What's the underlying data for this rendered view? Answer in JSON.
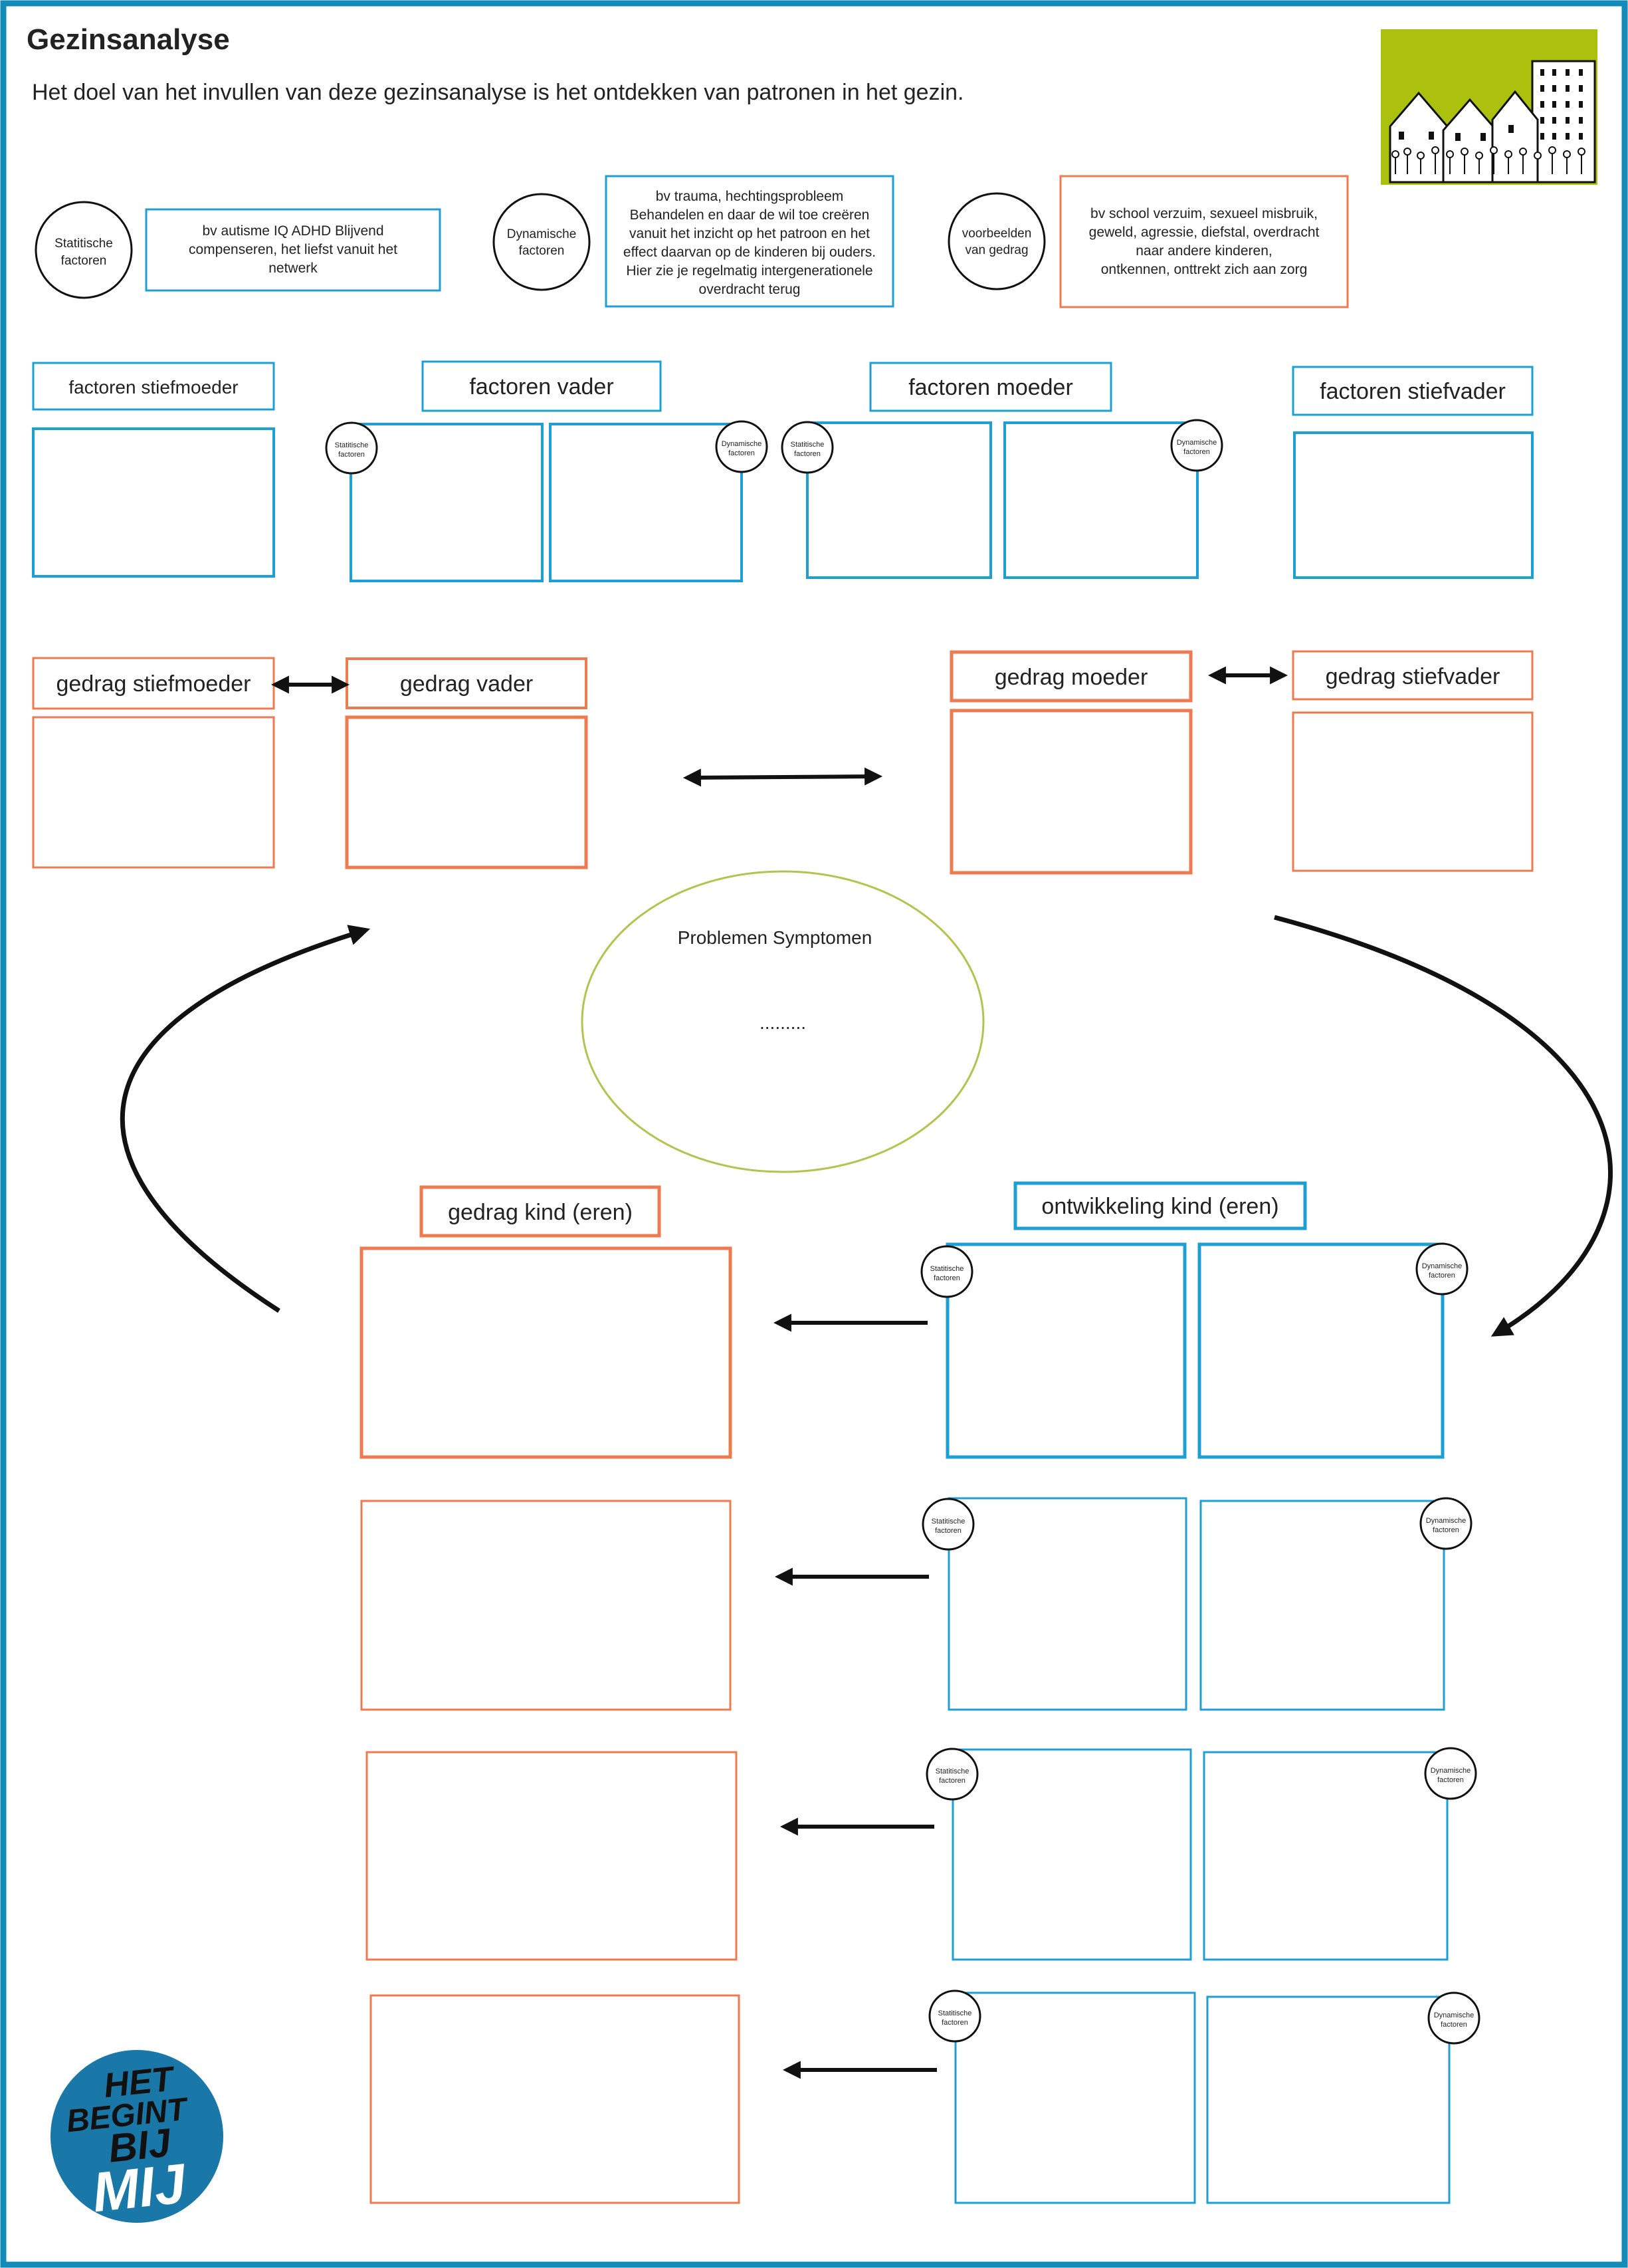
{
  "title": "Gezinsanalyse",
  "intro": "Het doel van het invullen van deze gezinsanalyse is het ontdekken van patronen in het gezin.",
  "legend": {
    "static_circle": [
      "Statitische",
      "factoren"
    ],
    "static_text": [
      "bv autisme IQ ADHD Blijvend",
      "compenseren, het liefst vanuit het",
      "netwerk"
    ],
    "dynamic_circle": [
      "Dynamische",
      "factoren"
    ],
    "dynamic_text": [
      "bv trauma, hechtingsprobleem",
      "Behandelen en daar de wil toe creëren",
      "vanuit het inzicht op het patroon en het",
      "effect daarvan op de kinderen bij ouders.",
      "Hier zie je regelmatig intergenerationele",
      "overdracht terug"
    ],
    "behavior_circle": [
      "voorbeelden",
      "van gedrag"
    ],
    "behavior_text": [
      "bv school verzuim, sexueel misbruik,",
      "geweld, agressie, diefstal, overdracht",
      "naar andere kinderen,",
      "ontkennen, onttrekt zich aan zorg"
    ]
  },
  "small_circle": {
    "static": [
      "Statitische",
      "factoren"
    ],
    "dynamic": [
      "Dynamische",
      "factoren"
    ]
  },
  "factor_headers": {
    "stepmother": "factoren stiefmoeder",
    "father": "factoren vader",
    "mother": "factoren moeder",
    "stepfather": "factoren stiefvader"
  },
  "behavior_headers": {
    "stepmother": "gedrag stiefmoeder",
    "father": "gedrag vader",
    "mother": "gedrag moeder",
    "stepfather": "gedrag stiefvader"
  },
  "center": {
    "label": "Problemen Symptomen",
    "placeholder": "........."
  },
  "child_headers": {
    "behavior": "gedrag kind (eren)",
    "development": "ontwikkeling kind (eren)"
  },
  "logo": {
    "line1": "HET",
    "line2": "BEGINT",
    "line3": "BIJ",
    "line4": "MIJ"
  },
  "colors": {
    "blue": "#1e9fd4",
    "orange": "#ee7a4f",
    "green": "#b3c44e",
    "border": "#138bb8",
    "black": "#111111",
    "logo_bg": "#1a78a9",
    "house_bg": "#acc10d"
  }
}
